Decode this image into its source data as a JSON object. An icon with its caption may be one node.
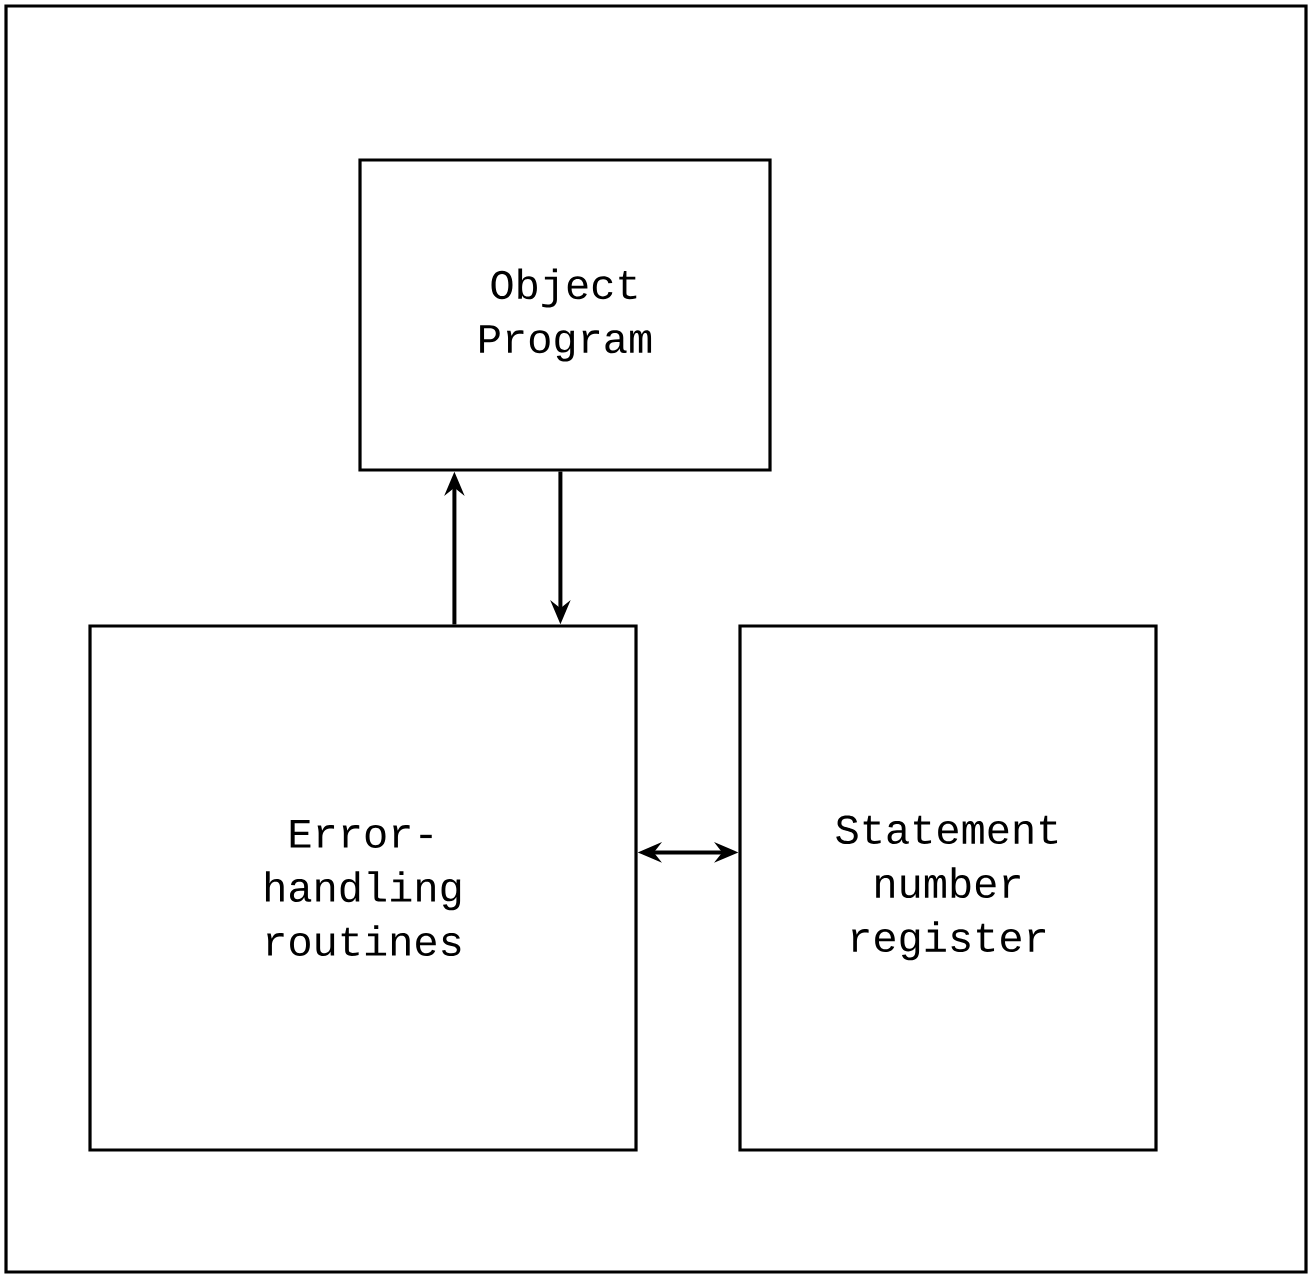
{
  "diagram": {
    "nodes": [
      {
        "text": [
          "Object Program"
        ]
      },
      {
        "text": [
          "Error- handling routines"
        ]
      },
      {
        "text": [
          "Statement number register"
        ]
      }
    ],
    "edges": [
      {
        "from": 1,
        "to": 0,
        "arrow": "to"
      },
      {
        "from": 0,
        "to": 1,
        "arrow": "to"
      },
      {
        "from": 1,
        "to": 2,
        "arrow": "both"
      }
    ]
  }
}
